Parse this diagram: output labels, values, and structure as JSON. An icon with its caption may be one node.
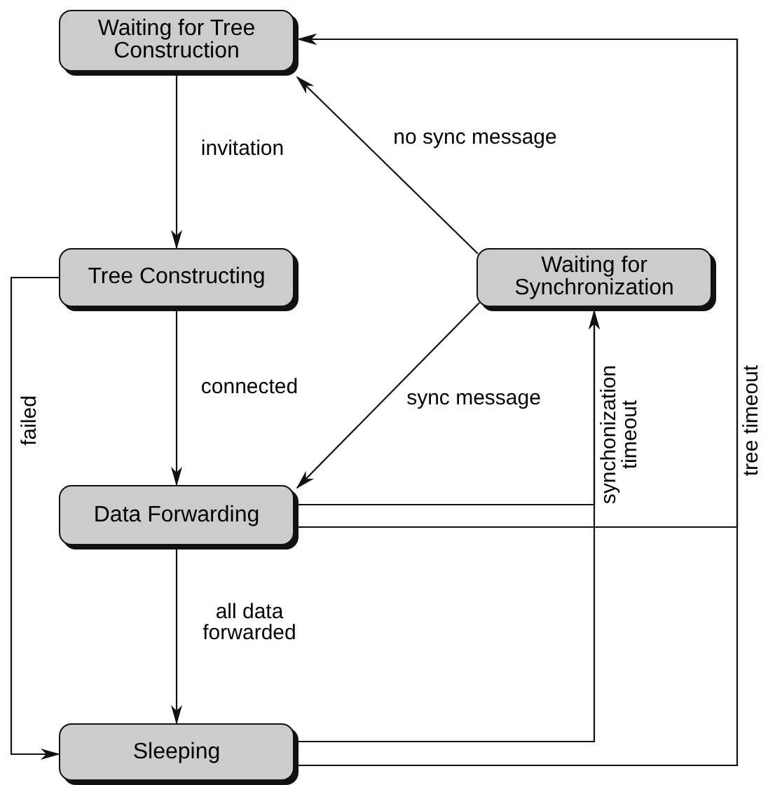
{
  "diagram": {
    "nodes": [
      {
        "text": [
          "Waiting for Tree Construction"
        ]
      },
      {
        "text": [
          "Tree Constructing"
        ]
      },
      {
        "text": [
          "Waiting for Synchronization"
        ]
      },
      {
        "text": [
          "Data Forwarding"
        ]
      },
      {
        "text": [
          "Sleeping"
        ]
      }
    ],
    "edges": [
      {
        "from": 0,
        "to": 1,
        "arrow": "to",
        "label": "invitation"
      },
      {
        "from": 2,
        "to": 0,
        "arrow": "to",
        "label": "no sync message"
      },
      {
        "from": 1,
        "to": 3,
        "arrow": "to",
        "label": "connected"
      },
      {
        "from": 2,
        "to": 3,
        "arrow": "to",
        "label": "sync message"
      },
      {
        "from": 3,
        "to": 4,
        "arrow": "to",
        "label": "all data forwarded"
      },
      {
        "from": 1,
        "to": 4,
        "arrow": "to",
        "label": "failed"
      },
      {
        "from": 3,
        "to": 2,
        "arrow": "to",
        "label": "synchonization timeout"
      },
      {
        "from": 4,
        "to": 2,
        "arrow": "to"
      },
      {
        "from": 3,
        "to": 0,
        "arrow": "to",
        "label": "tree timeout"
      },
      {
        "from": 4,
        "to": 0,
        "arrow": "to"
      }
    ]
  }
}
